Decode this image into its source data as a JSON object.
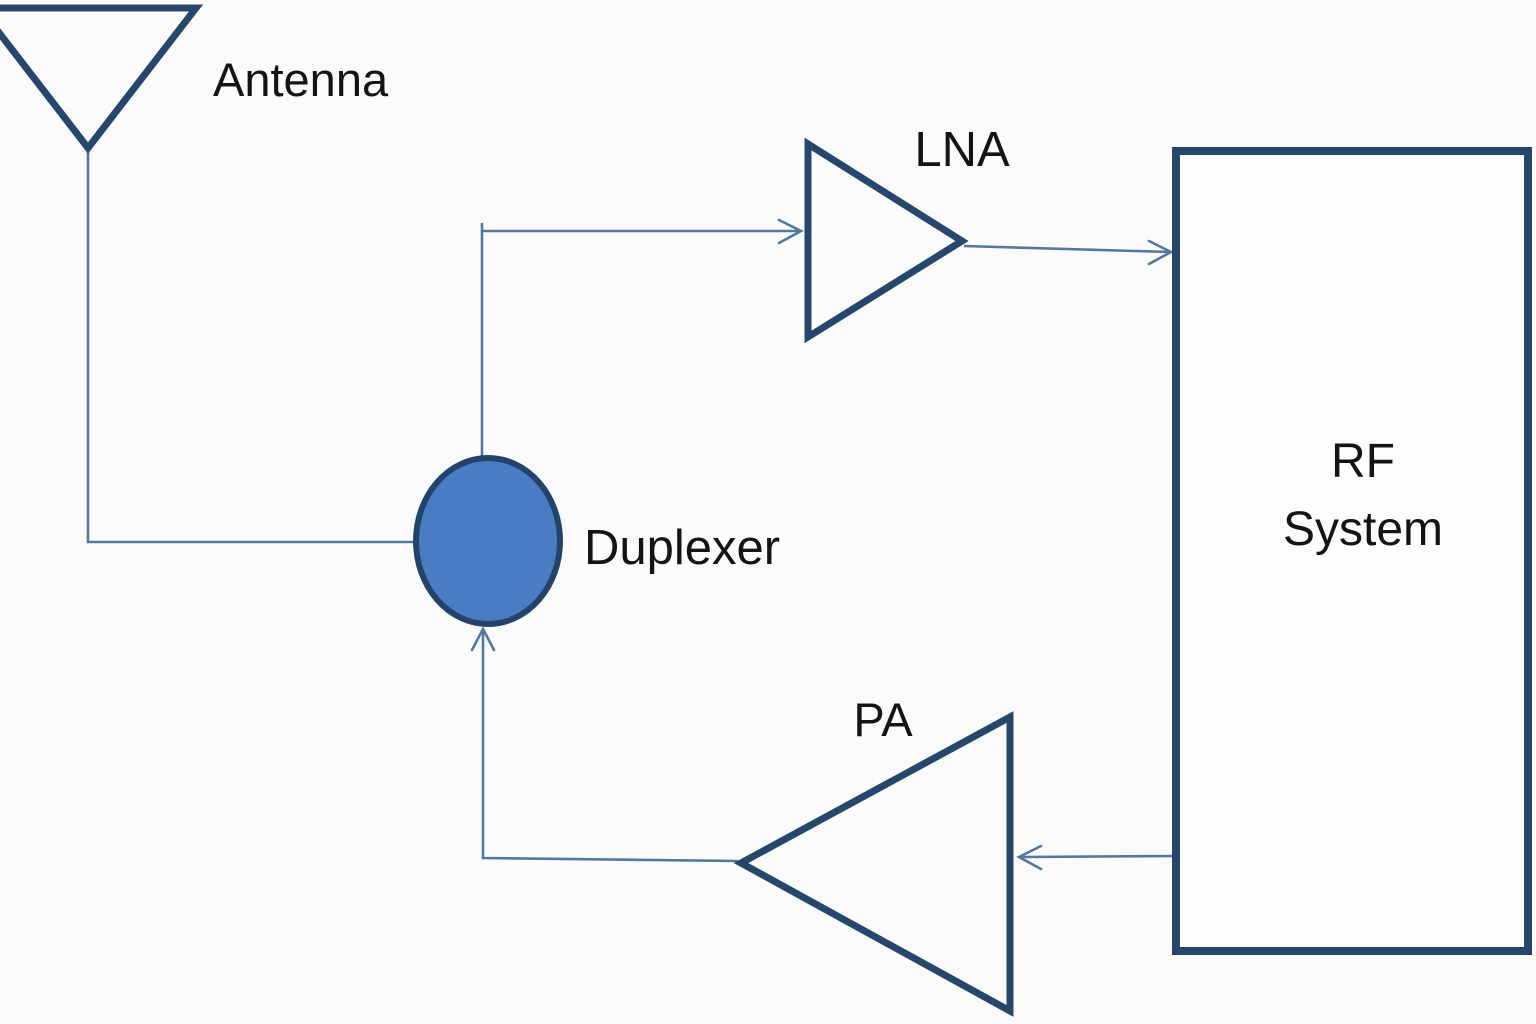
{
  "diagram": {
    "type": "block-diagram",
    "subject": "RF transceiver front-end",
    "nodes": {
      "antenna": {
        "label": "Antenna",
        "shape": "antenna-triangle-symbol"
      },
      "lna": {
        "label": "LNA",
        "shape": "amplifier-triangle-pointing-right"
      },
      "duplexer": {
        "label": "Duplexer",
        "shape": "filled-ellipse"
      },
      "pa": {
        "label": "PA",
        "shape": "amplifier-triangle-pointing-left"
      },
      "rf_system": {
        "label_line1": "RF",
        "label_line2": "System",
        "shape": "rectangle"
      }
    },
    "connections": [
      {
        "from": "antenna",
        "to": "duplexer",
        "arrowhead": false
      },
      {
        "from": "duplexer",
        "to": "lna",
        "arrowhead": true
      },
      {
        "from": "lna",
        "to": "rf_system",
        "arrowhead": true
      },
      {
        "from": "rf_system",
        "to": "pa",
        "arrowhead": true
      },
      {
        "from": "pa",
        "to": "duplexer",
        "arrowhead": true
      }
    ],
    "colors": {
      "shape_outline": "#27466b",
      "connector_line": "#54779f",
      "duplexer_fill": "#4a7cc4",
      "duplexer_outline": "#24436b",
      "text": "#141414",
      "background": "#fbfbfc"
    }
  }
}
